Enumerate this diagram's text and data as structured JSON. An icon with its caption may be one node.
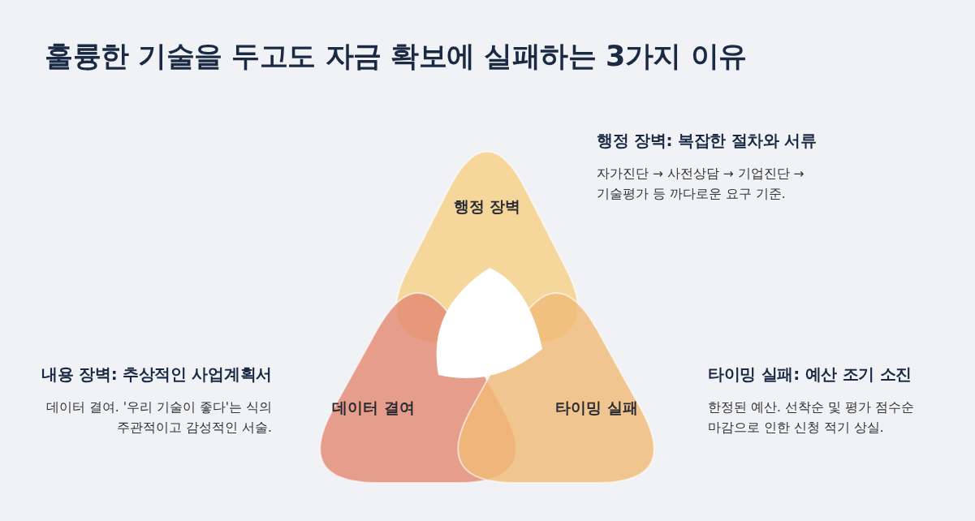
{
  "diagram": {
    "title": "훌륭한 기술을 두고도 자금 확보에 실패하는 3가지 이유",
    "nodes": [
      {
        "text": [
          "행정 장벽"
        ],
        "beside": [
          "행정 장벽: 복잡한 절차와 서류",
          "자가진단 → 사전상담 → 기업진단 → 기술평가 등 까다로운 요구 기준."
        ]
      },
      {
        "text": [
          "데이터 결여"
        ],
        "beside": [
          "내용 장벽: 추상적인 사업계획서",
          "데이터 결여. '우리 기술이 좋다'는 식의 주관적이고 감성적인 서술."
        ]
      },
      {
        "text": [
          "타이밍 실패"
        ],
        "beside": [
          "타이밍 실패: 예산 조기 소진",
          "한정된 예산. 선착순 및 평가 점수순 마감으로 인한 신청 적기 상실."
        ]
      },
      {
        "text": [],
        "shape": "triangle"
      }
    ],
    "edges": []
  }
}
